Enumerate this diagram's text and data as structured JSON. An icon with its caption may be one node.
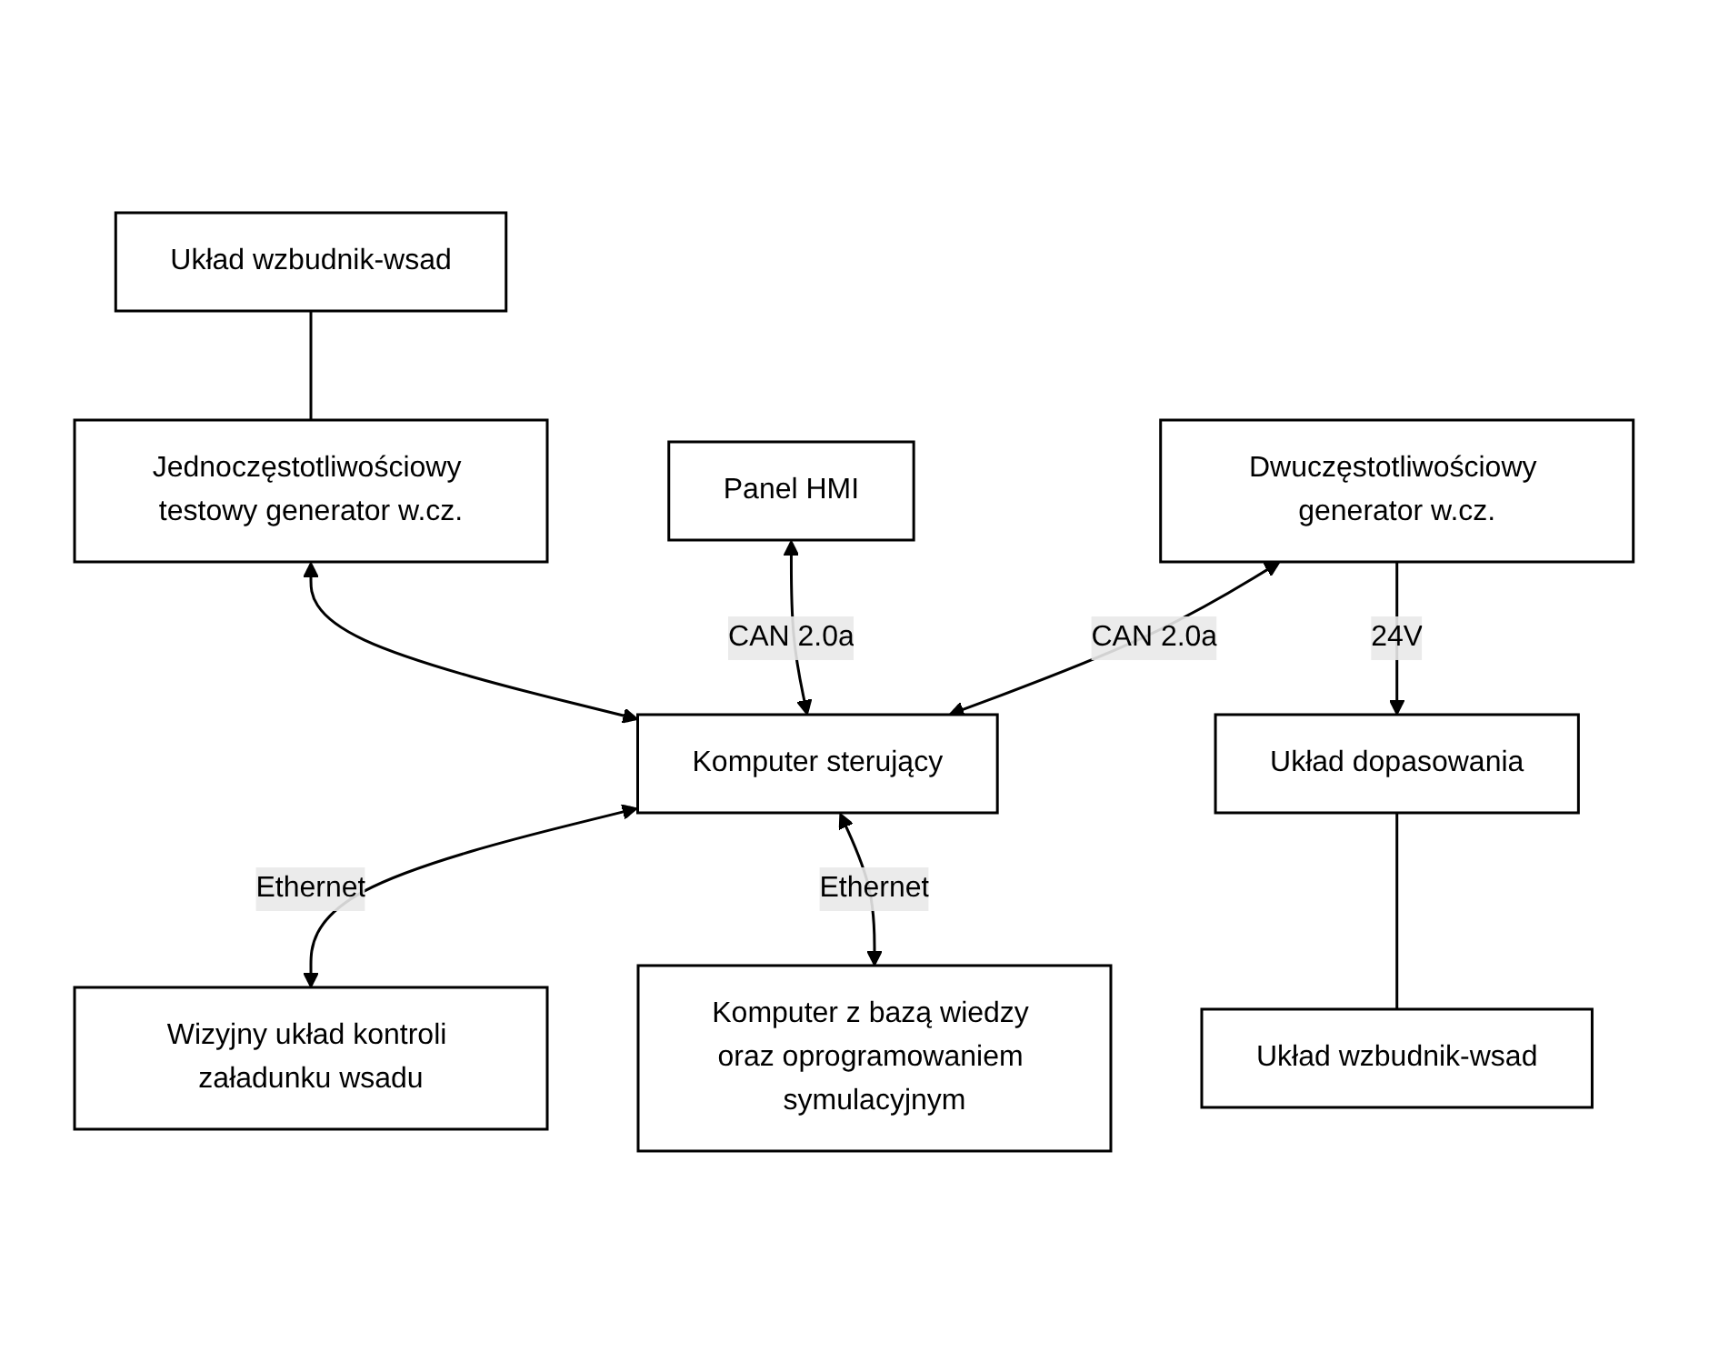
{
  "diagram": {
    "nodes": [
      {
        "text": [
          "Układ wzbudnik-wsad"
        ]
      },
      {
        "text": [
          "Jednoczęstotliwościowy testowy generator w.cz."
        ]
      },
      {
        "text": [
          "Panel HMI"
        ]
      },
      {
        "text": [
          "Dwuczęstotliwościowy generator w.cz."
        ]
      },
      {
        "text": [
          "Komputer sterujący"
        ]
      },
      {
        "text": [
          "Wizyjny układ kontroli załadunku wsadu"
        ]
      },
      {
        "text": [
          "Układ dopasowania"
        ]
      },
      {
        "text": [
          "Komputer z bazą wiedzy oraz oprogramowaniem symulacyjnym"
        ]
      },
      {
        "text": [
          "Układ wzbudnik-wsad"
        ]
      }
    ],
    "edges": [
      {
        "from": 0,
        "to": 1,
        "arrow": "none"
      },
      {
        "from": 1,
        "to": 4,
        "arrow": "both"
      },
      {
        "from": 2,
        "to": 4,
        "arrow": "both",
        "label": "CAN 2.0a"
      },
      {
        "from": 3,
        "to": 4,
        "arrow": "both",
        "label": "CAN 2.0a"
      },
      {
        "from": 4,
        "to": 5,
        "arrow": "both",
        "label": "Ethernet"
      },
      {
        "from": 4,
        "to": 7,
        "arrow": "both",
        "label": "Ethernet"
      },
      {
        "from": 3,
        "to": 6,
        "arrow": "to",
        "label": "24V"
      },
      {
        "from": 6,
        "to": 8,
        "arrow": "none"
      }
    ]
  }
}
